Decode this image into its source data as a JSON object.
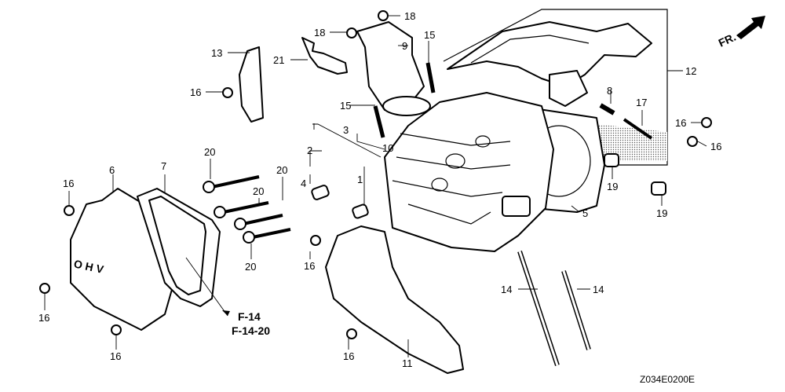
{
  "diagram": {
    "code": "Z034E0200E",
    "direction_label": "FR.",
    "ref_links": [
      "F-14",
      "F-14-20"
    ],
    "cover_text": "OHV",
    "callouts": {
      "c1": "1",
      "c2": "2",
      "c3": "3",
      "c4": "4",
      "c5": "5",
      "c6": "6",
      "c7": "7",
      "c8": "8",
      "c9": "9",
      "c10": "10",
      "c11": "11",
      "c12": "12",
      "c13": "13",
      "c14a": "14",
      "c14b": "14",
      "c15a": "15",
      "c15b": "15",
      "c16a": "16",
      "c16b": "16",
      "c16c": "16",
      "c16d": "16",
      "c16e": "16",
      "c16f": "16",
      "c16g": "16",
      "c16h": "16",
      "c17": "17",
      "c18a": "18",
      "c18b": "18",
      "c19a": "19",
      "c19b": "19",
      "c20a": "20",
      "c20b": "20",
      "c20c": "20",
      "c20d": "20",
      "c21": "21"
    }
  }
}
